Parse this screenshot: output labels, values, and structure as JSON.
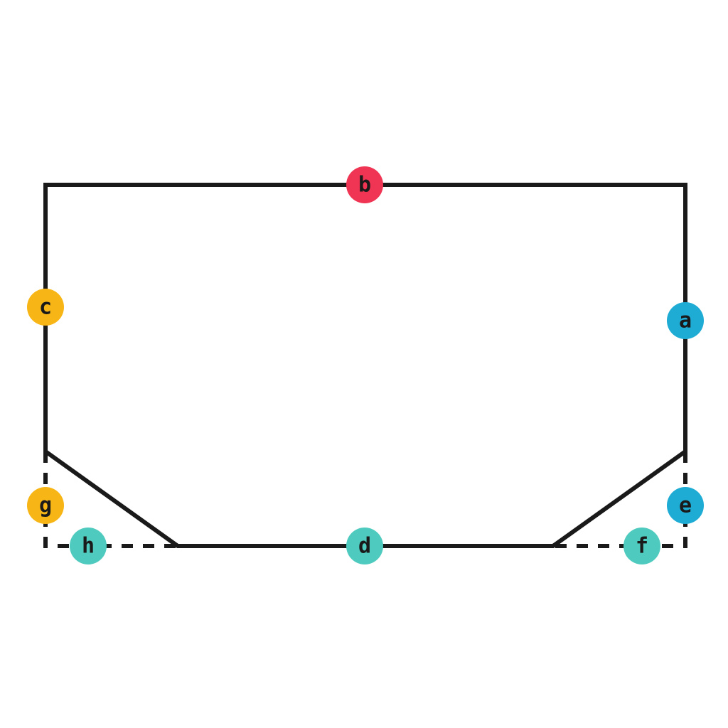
{
  "colors": {
    "line": "#1a1a1a",
    "red": "#ef3553",
    "blue": "#1eabd4",
    "orange": "#f8b616",
    "teal": "#4ecbbe",
    "background": "#ffffff"
  },
  "markers": {
    "a": {
      "label": "a",
      "color": "#1eabd4"
    },
    "b": {
      "label": "b",
      "color": "#ef3553"
    },
    "c": {
      "label": "c",
      "color": "#f8b616"
    },
    "d": {
      "label": "d",
      "color": "#4ecbbe"
    },
    "e": {
      "label": "e",
      "color": "#1eabd4"
    },
    "f": {
      "label": "f",
      "color": "#4ecbbe"
    },
    "g": {
      "label": "g",
      "color": "#f8b616"
    },
    "h": {
      "label": "h",
      "color": "#4ecbbe"
    }
  }
}
